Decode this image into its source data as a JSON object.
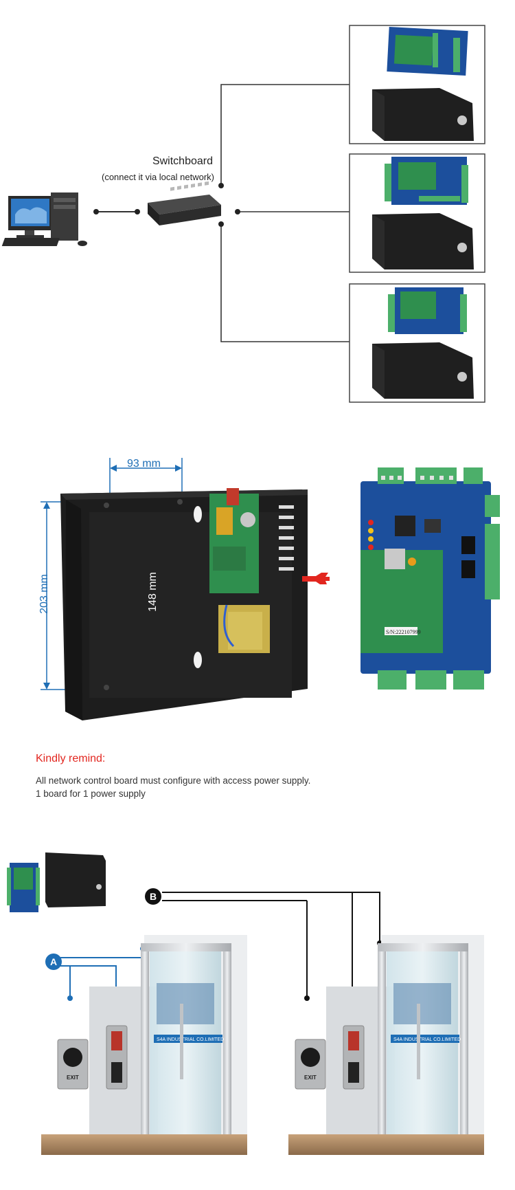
{
  "network": {
    "switch_label": "Switchboard",
    "switch_sublabel": "(connect it via local network)"
  },
  "dimensions": {
    "width": "93 mm",
    "height_outer": "203 mm",
    "height_inner": "148 mm"
  },
  "reminder": {
    "title": "Kindly remind:",
    "line1": "All network control board must configure with access power supply.",
    "line2": "1 board for 1 power supply"
  },
  "board": {
    "serial": "S/N:222107999"
  },
  "install": {
    "label_a": "A",
    "label_b": "B",
    "exit_label": "EXIT",
    "glass_text": "S4A INDUSTRIAL CO.LIMITED"
  },
  "colors": {
    "wire": "#333333",
    "dimension": "#1e6eb5",
    "remind": "#e2261f",
    "board_blue": "#1c4f9c",
    "pcb_green": "#2f8f4e",
    "terminal_green": "#4caf6a",
    "cabinet": "#1f1f1f"
  }
}
